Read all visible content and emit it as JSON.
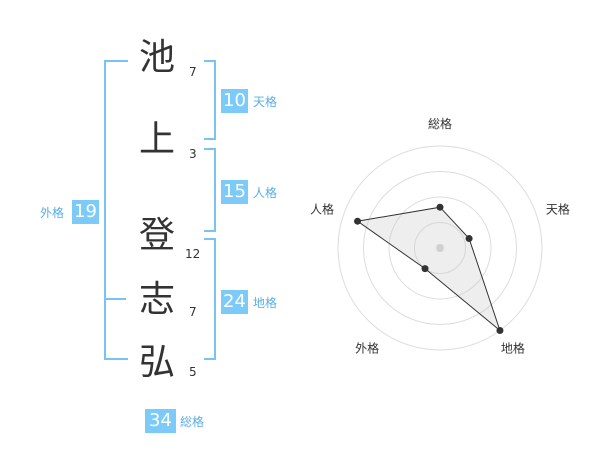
{
  "name_chars": [
    {
      "char": "池",
      "strokes": "7"
    },
    {
      "char": "上",
      "strokes": "3"
    },
    {
      "char": "登",
      "strokes": "12"
    },
    {
      "char": "志",
      "strokes": "7"
    },
    {
      "char": "弘",
      "strokes": "5"
    }
  ],
  "kakusu": {
    "ten": {
      "value": "10",
      "label": "天格"
    },
    "jin": {
      "value": "15",
      "label": "人格"
    },
    "chi": {
      "value": "24",
      "label": "地格"
    },
    "gai": {
      "value": "19",
      "label": "外格"
    },
    "sou": {
      "value": "34",
      "label": "総格"
    }
  },
  "colors": {
    "accent": "#7ccaf8",
    "bracket": "#79c2f2",
    "text": "#333333"
  },
  "chart_data": {
    "type": "radar",
    "axes": [
      "総格",
      "天格",
      "地格",
      "外格",
      "人格"
    ],
    "values": [
      0.4,
      0.3,
      1.0,
      0.25,
      0.85
    ],
    "rings": 4
  }
}
